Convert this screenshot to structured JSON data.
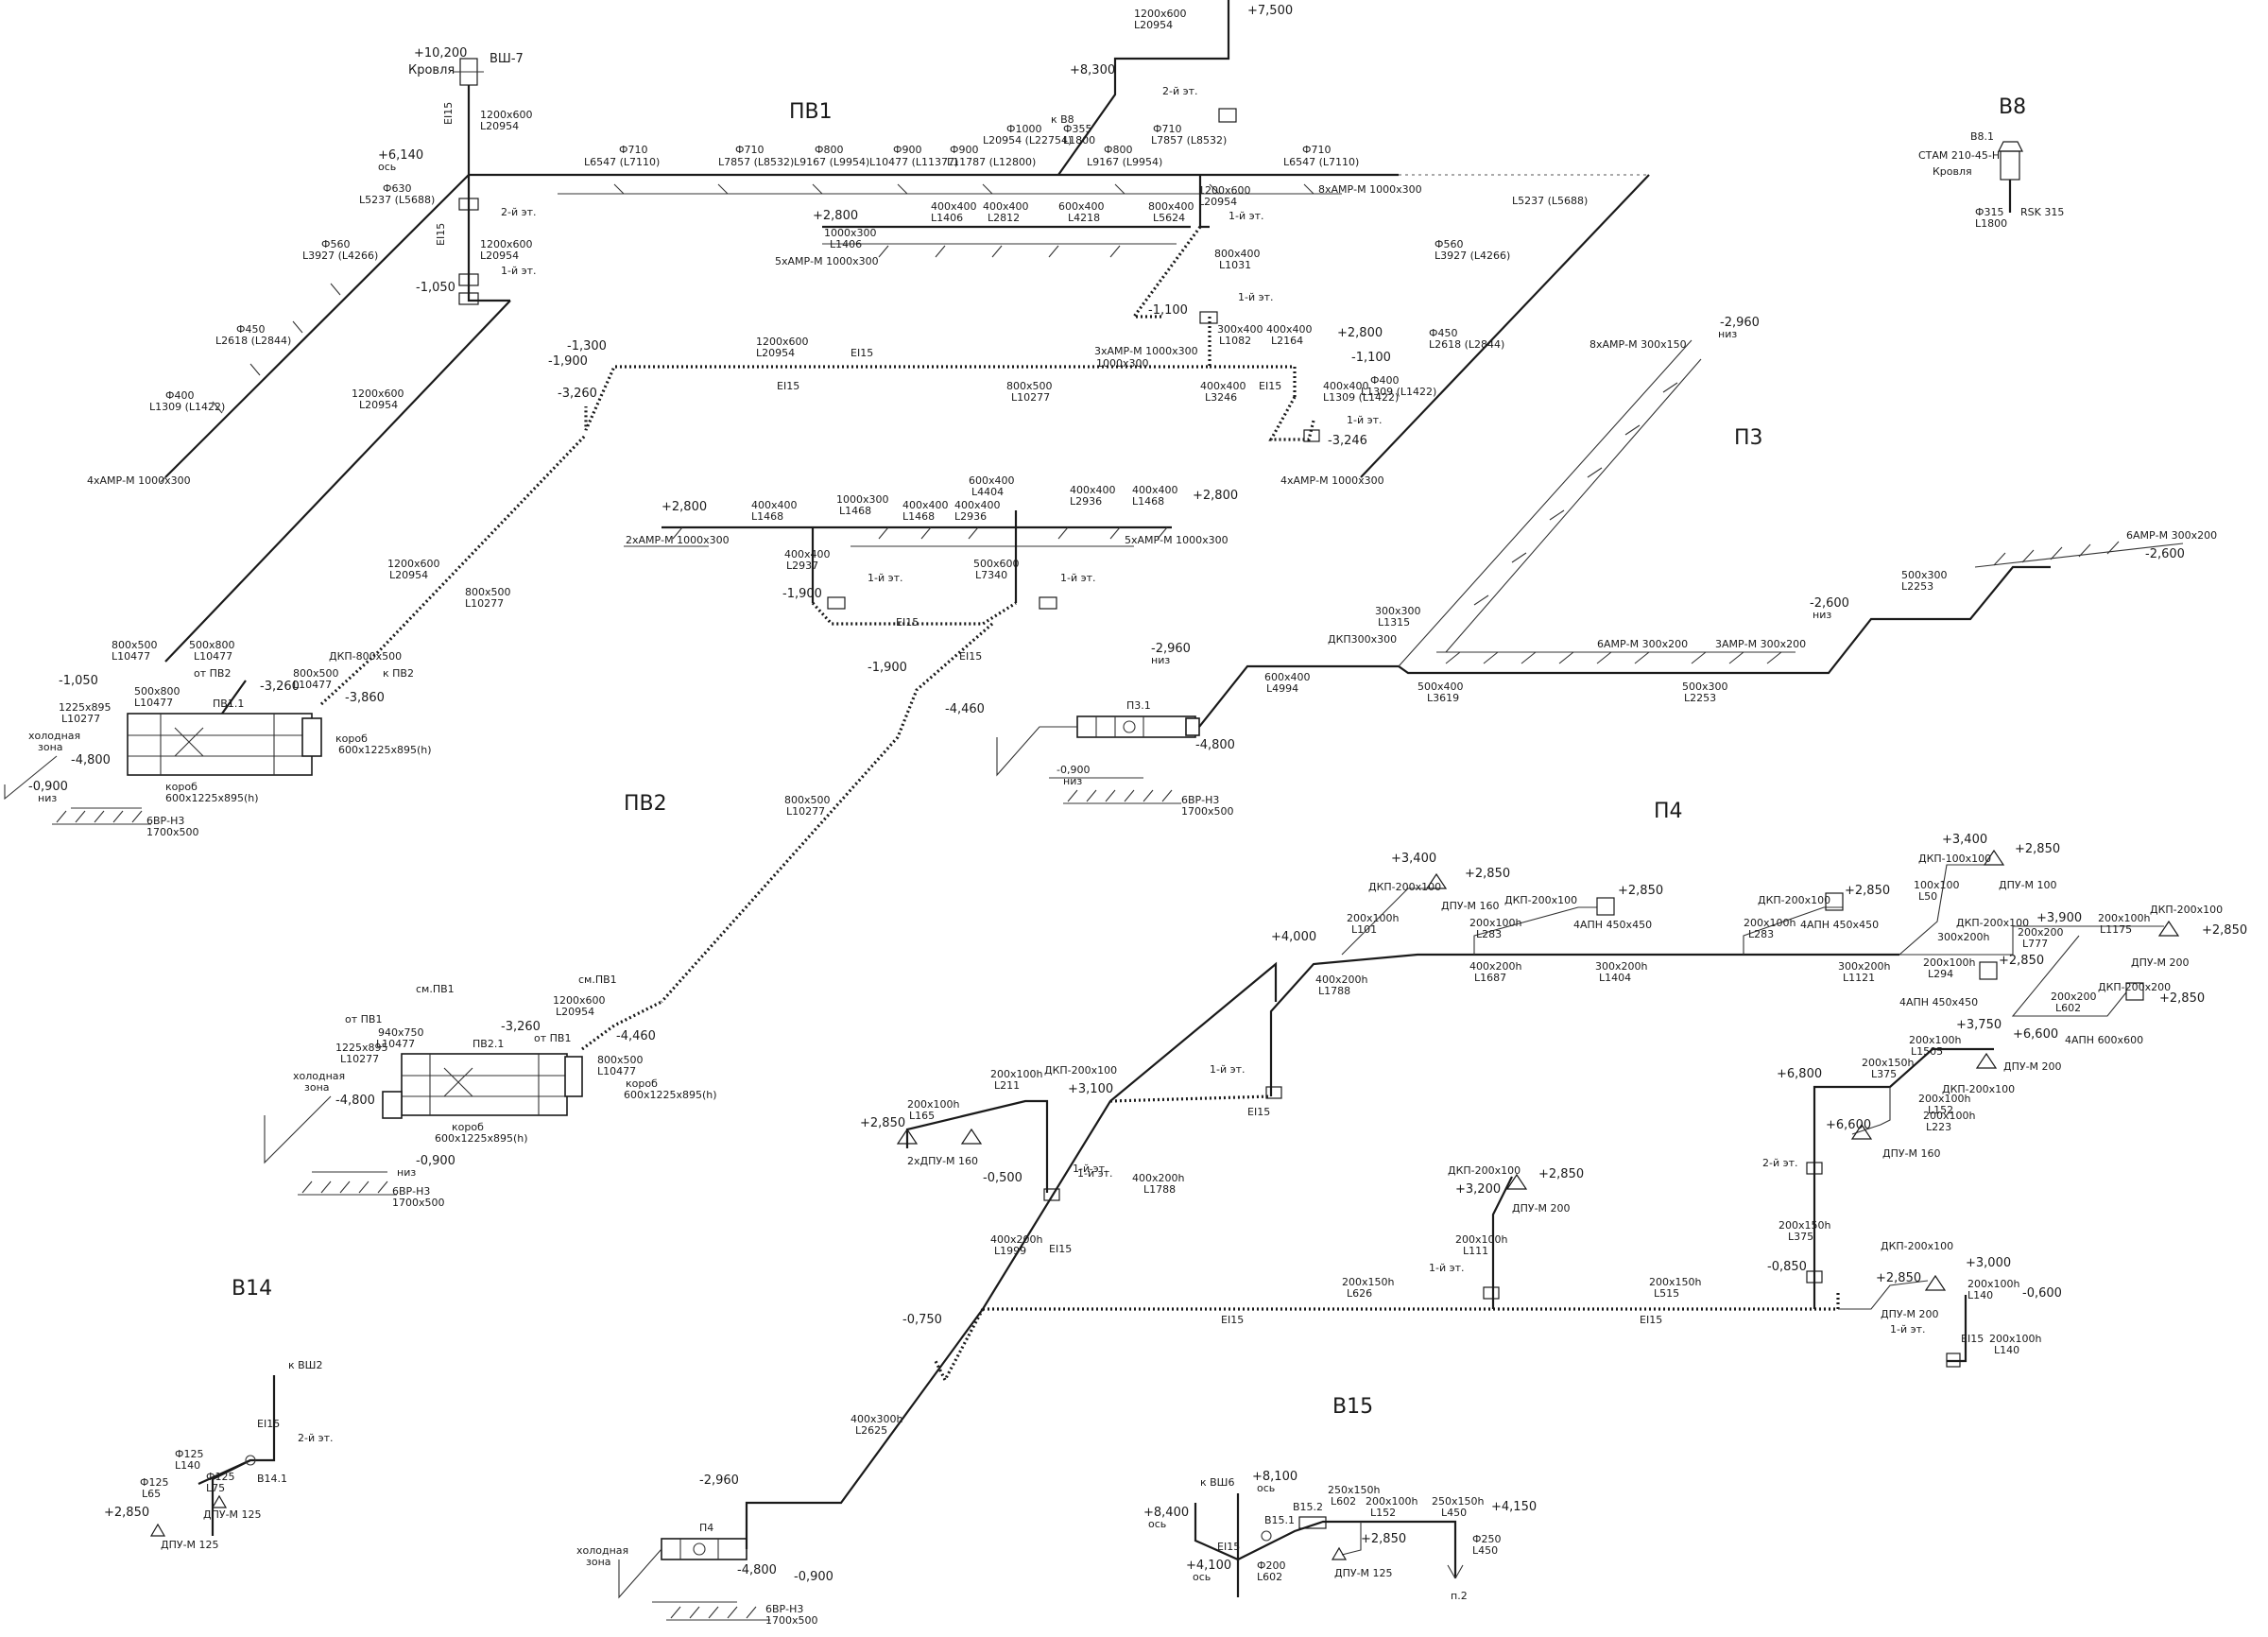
{
  "systems": {
    "pv1": "ПВ1",
    "pv2": "ПВ2",
    "p3": "П3",
    "p4": "П4",
    "b8": "В8",
    "b14": "В14",
    "b15": "В15"
  },
  "pv1": {
    "roof_elev": "+10,200",
    "roof": "Кровля",
    "vsh": "ВШ-7",
    "duct_top": "1200x600",
    "duct_top_len": "L20954",
    "ei": "EI15",
    "elev_614": "+6,140",
    "os": "ось",
    "d630": "Ф630",
    "d630_len": "L5237 (L5688)",
    "d560": "Ф560",
    "d560_len": "L3927 (L4266)",
    "d450": "Ф450",
    "d450_len": "L2618 (L2844)",
    "d400": "Ф400",
    "d400_len": "L1309 (L1422)",
    "vent_left": "4хАМР-М 1000х300",
    "d710a": "Ф710",
    "d710a_len": "L6547 (L7110)",
    "d710b": "Ф710",
    "d710b_len": "L7857 (L8532)",
    "d800a": "Ф800",
    "d800a_len": "L9167 (L9954)",
    "d900a": "Ф900",
    "d900a_len": "L10477 (L11377)",
    "d900b": "Ф900",
    "d900b_len": "L11787 (L12800)",
    "d1000": "Ф1000",
    "d1000_len": "L20954 (L22754)",
    "kb8": "к В8",
    "d355": "Ф355",
    "d355_len": "L1800",
    "d800b": "Ф800",
    "d800b_len": "L9167 (L9954)",
    "d710c": "Ф710",
    "d710c_len": "L7857 (L8532)",
    "d710d": "Ф710",
    "d710d_len": "L6547 (L7110)",
    "vent_right": "8хАМР-М 1000х300",
    "elev_830": "+8,300",
    "elev_750": "+7,500",
    "floor2": "2-й эт.",
    "duct_1200": "1200х600",
    "duct_1200_len": "L20954",
    "floor1": "1-й эт.",
    "elev_105": "-1,050",
    "elev_280": "+2,800",
    "sec1": "400x400",
    "sec1_len": "L1406",
    "sec2": "400x400",
    "sec2_len": "L2812",
    "sec3": "600x400",
    "sec3_len": "L4218",
    "sec4": "800x400",
    "sec4_len": "L5624",
    "sec0": "1000x300",
    "sec0_len": "L1406",
    "vent_mid": "5хАМР-М 1000х300",
    "d1031": "800x400",
    "d1031_len": "L1031",
    "elev_110": "-1,100",
    "elev_130": "-1,300",
    "elev_190": "-1,900",
    "elev_326": "-3,260",
    "duct_800": "800x500",
    "duct_800_len": "L10277",
    "sec5": "300x400",
    "sec5_len": "L1082",
    "sec6": "400x400",
    "sec6_len": "L2164",
    "vent_3amp": "3хАМР-М 1000х300",
    "sec7": "400x400",
    "sec7_len": "L3246",
    "sec8": "400x400",
    "sec8_len": "L1309 (L1422)",
    "vent_4amp2": "4хАМР-М 1000х300"
  },
  "pv11": {
    "unit": "ПВ1.1",
    "from_pv2": "от ПВ2",
    "to_pv2": "к ПВ2",
    "d500x800": "500x800",
    "d500x800_len": "L10477",
    "d800x500": "800x500",
    "d800x500_len": "L10477",
    "dkp": "ДКП-800x500",
    "cold": "холодная зона",
    "elev_480": "-4,800",
    "elev_090": "-0,900",
    "niz": "низ",
    "box": "короб",
    "box_dim": "600x1225x895(h)",
    "box2": "короб",
    "box2_dim": "600x1225x895(h)",
    "grille": "6ВР-Н3",
    "grille_dim": "1700x500",
    "elev_386": "-3,860",
    "elev_326": "-3,260",
    "d1225": "1225x895",
    "d1225_len": "L10277",
    "duct_main": "1200x600",
    "duct_main_len": "L20954"
  },
  "pv2_top": {
    "elev_280a": "+2,800",
    "vent_a": "2хАМР-М 1000х300",
    "s1": "400x400",
    "s1_len": "L1468",
    "s2": "1000x300",
    "s2_len": "L1468",
    "s3": "400x400",
    "s3_len": "L1468",
    "s4": "400x400",
    "s4_len": "L2936",
    "s5": "600x400",
    "s5_len": "L4404",
    "s6": "400x400",
    "s6_len": "L2936",
    "s7": "400x400",
    "s7_len": "L1468",
    "elev_280b": "+2,800",
    "vent_b": "5хАМР-М 1000х300",
    "s8": "400x400",
    "s8_len": "L2937",
    "s9": "500x600",
    "s9_len": "L7340",
    "floor1": "1-й эт.",
    "elev_190": "-1,900",
    "elev_446": "-4,460",
    "d800": "800x500",
    "d800_len": "L10277"
  },
  "pv21": {
    "unit": "ПВ2.1",
    "from_pv1": "от ПВ1",
    "to_pv1": "см.ПВ1",
    "to_pv1b": "см.ПВ1",
    "elev_326": "-3,260",
    "d940": "940x750",
    "d940_len": "L10477",
    "d1225": "1225x895",
    "d1225_len": "L10277",
    "duct": "1200x600",
    "duct_len": "L20954",
    "d800": "800x500",
    "d800_len": "L10477",
    "elev_446": "-4,460",
    "box": "короб",
    "box_dim": "600x1225x895(h)",
    "box2": "короб",
    "box2_dim": "600x1225x895(h)",
    "cold": "холодная зона",
    "elev_480": "-4,800",
    "elev_090": "-0,900",
    "niz": "низ",
    "grille": "6ВР-Н3",
    "grille_dim": "1700x500"
  },
  "p3": {
    "unit": "П3.1",
    "elev_296": "-2,960",
    "niz": "низ",
    "elev_480": "-4,800",
    "elev_090": "-0,900",
    "grille": "6ВР-Н3",
    "grille_dim": "1700x500",
    "d600": "600x400",
    "d600_len": "L4994",
    "dkp": "ДКП300x300",
    "d300": "300x300",
    "d300_len": "L1315",
    "d500": "500x400",
    "d500_len": "L3619",
    "vent_6": "6АМР-М 300x200",
    "vent_3": "3АМР-М 300x200",
    "d500b": "500x300",
    "d500b_len": "L2253",
    "elev_260": "-2,600",
    "niz2": "низ",
    "d500c": "500x300",
    "d500c_len": "L2253",
    "vent_6b": "6АМР-М 300x200",
    "elev_260b": "-2,600",
    "vent_8": "8хАМР-М 300x150",
    "elev_296b": "-2,960",
    "niz3": "низ"
  },
  "b8": {
    "unit": "В8.1",
    "fan": "СТАМ 210-45-Н",
    "roof": "Кровля",
    "d315": "Ф315",
    "d315_len": "L1800",
    "rsk": "RSK 315"
  },
  "p4": {
    "unit": "П4",
    "elev_296": "-2,960",
    "cold": "холодная зона",
    "elev_480": "-4,800",
    "elev_090": "-0,900",
    "grille": "6ВР-Н3",
    "grille_dim": "1700x500",
    "d400a": "400x300h",
    "d400a_len": "L2625",
    "elev_075": "-0,750",
    "ei": "EI15",
    "d400b": "400x200h",
    "d400b_len": "L1999",
    "elev_050": "-0,500",
    "floor1": "1-й эт.",
    "d400c": "400x200h",
    "d400c_len": "L1788",
    "d400d": "400x200h",
    "d400d_len": "L1788",
    "elev_400": "+4,000",
    "d200a": "200x100h",
    "d200a_len": "L101",
    "dkp1": "ДКП-200x100",
    "elev_340": "+3,400",
    "elev_285a": "+2,850",
    "dpu160": "ДПУ-М 160",
    "dkp2": "ДКП-200x100",
    "elev_285b": "+2,850",
    "d200b": "200x100h",
    "d200b_len": "L283",
    "apn1": "4АПН 450x450",
    "d400e": "400x200h",
    "d400e_len": "L1687",
    "d300a": "300x200h",
    "d300a_len": "L1404",
    "dkp3": "ДКП-200x100",
    "elev_285c": "+2,850",
    "d200c": "200x100h",
    "d200c_len": "L283",
    "apn2": "4АПН 450x450",
    "d300b": "300x200h",
    "d300b_len": "L1121",
    "dkp4": "ДКП-100x100",
    "elev_340b": "+3,400",
    "elev_285d": "+2,850",
    "d100": "100x100",
    "d100_len": "L50",
    "dpu100": "ДПУ-М 100",
    "dkp5": "ДКП-200x100",
    "d300c": "300x200h",
    "d300c_len": "L294",
    "d200d": "200x100h",
    "d200d_len": "L294",
    "elev_390": "+3,900",
    "d200e": "200x100h",
    "d200e_len": "L1175",
    "dkp6": "ДКП-200x100",
    "elev_285e": "+2,850",
    "d200f": "200x200",
    "d200f_len": "L777",
    "elev_285f": "+2,850",
    "apn3": "4АПН 450x450",
    "dpu200": "ДПУ-М 200",
    "d200g": "200x200",
    "d200g_len": "L602",
    "dkp7": "ДКП-200x200",
    "elev_285g": "+2,850",
    "apn4": "4АПН 600x600",
    "elev_375": "+3,750",
    "elev_660": "+6,600",
    "d200h": "200x100h",
    "d200h_len": "L1505",
    "d200i": "200x150h",
    "d200i_len": "L375",
    "dkp8": "ДКП-200x100",
    "dpu200b": "ДПУ-М 200",
    "elev_680": "+6,800",
    "elev_660b": "+6,600",
    "d200j": "200x100h",
    "d200j_len": "L152",
    "d200k": "200x100h",
    "d200k_len": "L223",
    "dpu160b": "ДПУ-М 160",
    "floor2": "2-й эт.",
    "d200l": "200x150h",
    "d200l_len": "L375",
    "dkp9": "ДКП-200x100",
    "elev_285h": "+2,850",
    "elev_285i": "+2,850",
    "elev_085": "-0,850",
    "elev_300": "+3,000",
    "d200m": "200x100h",
    "d200m_len": "L140",
    "elev_060": "-0,600",
    "dpu200c": "ДПУ-М 200",
    "floor1b": "1-й эт.",
    "ei2": "EI15",
    "d200n": "200x100h",
    "d200n_len": "L140",
    "d200o": "200x150h",
    "d200o_len": "L626",
    "d200p": "200x150h",
    "d200p_len": "L515",
    "ei3": "EI15",
    "ei4": "EI15",
    "d200q": "200x100h",
    "d200q_len": "L111",
    "floor1c": "1-й эт.",
    "dkp10": "ДКП-200x100",
    "elev_320": "+3,200",
    "elev_285j": "+2,850",
    "dpu200d": "ДПУ-М 200",
    "d200r": "200x100h",
    "d200r_len": "L211",
    "dkp11": "ДКП-200x100",
    "elev_310": "+3,100",
    "d200s": "200x100h",
    "d200s_len": "L165",
    "elev_285k": "+2,850",
    "dpu160c": "2хДПУ-М 160",
    "floor1d": "1-й эт."
  },
  "b14": {
    "unit": "В14.1",
    "ksh": "к ВШ2",
    "ei": "EI15",
    "floor2": "2-й эт.",
    "d125a": "Ф125",
    "d125a_len": "L140",
    "d125b": "Ф125",
    "d125b_len": "L65",
    "d125c": "Ф125",
    "d125c_len": "L75",
    "dpu125": "ДПУ-М 125",
    "dpu125b": "ДПУ-М 125",
    "elev_285": "+2,850"
  },
  "b15": {
    "ksh": "к ВШ6",
    "elev_810": "+8,100",
    "os1": "ось",
    "elev_840": "+8,400",
    "os2": "ось",
    "elev_410": "+4,100",
    "os3": "ось",
    "ei": "EI15",
    "unit1": "В15.1",
    "unit2": "В15.2",
    "d200": "Ф200",
    "d200_len": "L602",
    "d250a": "250x150h",
    "d250a_len": "L602",
    "d200b": "200x100h",
    "d200b_len": "L152",
    "d250b": "250x150h",
    "d250b_len": "L450",
    "elev_415": "+4,150",
    "d250c": "Ф250",
    "d250c_len": "L450",
    "elev_285": "+2,850",
    "dpu125": "ДПУ-М 125",
    "n2": "п.2"
  }
}
